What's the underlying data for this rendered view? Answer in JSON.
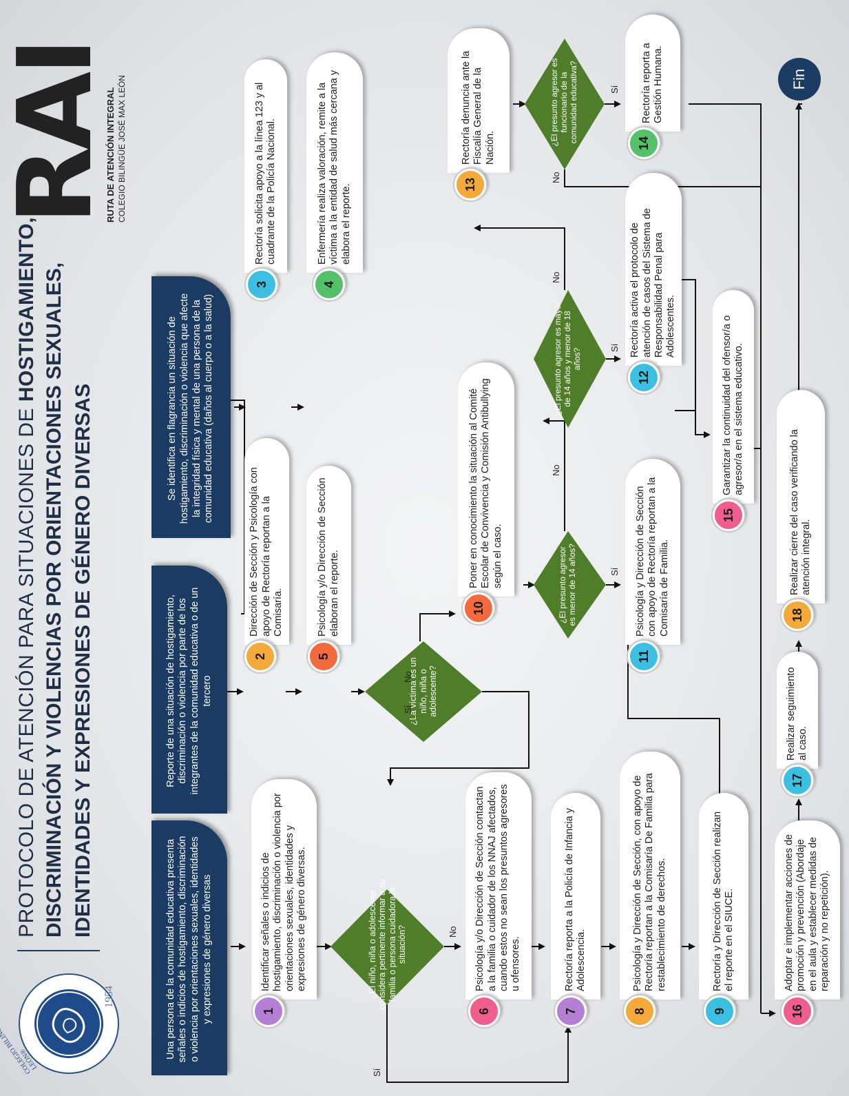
{
  "logo": {
    "ring_text": "COLEGIO BILINGÜE JOSÉ MAX LEÓN®",
    "year": "1954"
  },
  "title": {
    "line1": "PROTOCOLO DE ATENCIÓN PARA SITUACIONES DE",
    "line1_strong": "HOSTIGAMIENTO,",
    "line2": "DISCRIMINACIÓN Y VIOLENCIAS POR ORIENTACIONES SEXUALES,",
    "line3": "IDENTIDADES Y EXPRESIONES DE GÉNERO DIVERSAS"
  },
  "brand": {
    "acronym": "RAI",
    "subtitle": "RUTA DE ATENCIÓN INTEGRAL",
    "school": "COLEGIO BILINGÜE JOSÉ MAX LEÓN"
  },
  "entries": [
    "Una persona de la comunidad educativa presenta señales o indicios de hostigamiento, discriminación o violencia por orientaciones sexuales, identidades y expresiones de género diversas",
    "Reporte de una situación de hostigamiento, discriminación o violencia por parte de los integrantes de la comunidad educativa o de un tercero",
    "Se identifica en flagrancia un situación de hostigamiento, discriminación o violencia que afecte la integridad física y mental de una persona de la comunidad educativa (daños al cuerpo o a la salud)"
  ],
  "steps": {
    "s1": {
      "num": "1",
      "text": "Identificar señales o indicios de hostigamiento, discriminación o violencia por orientaciones sexuales, identidades y expresiones de género diversas."
    },
    "s2": {
      "num": "2",
      "text": "Dirección de Sección y Psicología con apoyo de Rectoría reportan a la Comisaría."
    },
    "s3": {
      "num": "3",
      "text": "Rectoría solicita apoyo a la línea 123 y al cuadrante de la Policía Nacional."
    },
    "s4": {
      "num": "4",
      "text": "Enfermería realiza valoración, remite a la víctima a la entidad de salud más cercana y elabora el reporte."
    },
    "s5": {
      "num": "5",
      "text": "Psicología y/o Dirección de Sección elaboran el reporte."
    },
    "s6": {
      "num": "6",
      "text": "Psicología y/o Dirección de Sección contactan a la familia o cuidador de los NNAJ afectados, cuando estos no sean los presuntos agresores u ofensores."
    },
    "s7": {
      "num": "7",
      "text": "Rectoría reporta a la Policía de Infancia y Adolescencia."
    },
    "s8": {
      "num": "8",
      "text": "Psicología y Dirección de Sección, con apoyo de Rectoría reportan a la Comisaría De Familia para restablecimiento de derechos."
    },
    "s9": {
      "num": "9",
      "text": "Rectoría y Dirección de Sección realizan el reporte en el SIUCE."
    },
    "s10": {
      "num": "10",
      "text": "Poner en conocimiento la situación al Comité Escolar de Convivencia y Comisión Antibullying según el caso."
    },
    "s11": {
      "num": "11",
      "text": "Psicología y Dirección de Sección con apoyo de Rectoría reportan a la Comisaría de Familia."
    },
    "s12": {
      "num": "12",
      "text": "Rectoría activa el protocolo de atención de casos del Sistema de Responsabilidad Penal para Adolescentes."
    },
    "s13": {
      "num": "13",
      "text": "Rectoría denuncia ante la Fiscalía General de la Nación."
    },
    "s14": {
      "num": "14",
      "text": "Rectoría reporta a Gestión Humana."
    },
    "s15": {
      "num": "15",
      "text": "Garantizar la continuidad del ofensor/a o agresor/a en el sistema educativo."
    },
    "s16": {
      "num": "16",
      "text": "Adoptar e implementar acciones de promoción y prevención (Abordaje en el aula y establecer medidas de reparación y no repetición)."
    },
    "s17": {
      "num": "17",
      "text": "Realizar seguimiento al caso."
    },
    "s18": {
      "num": "18",
      "text": "Realizar cierre del caso verificando la atención integral."
    }
  },
  "decisions": {
    "d1": "¿El niño, niña o adolescente considera pertinente informar a su familia o persona cuidadora la situación?",
    "d2": "¿La víctima es un niño, niña o adolescente?",
    "d3": "¿El presunto agresor es menor de 14 años?",
    "d4": "¿El presunto agresor es mayor de 14 años y menor de 18 años?",
    "d5": "¿El presunto agresor es funcionario de la comunidad educativa?"
  },
  "labels": {
    "yes": "Sí",
    "no": "No"
  },
  "end_label": "Fin",
  "colors": {
    "navy": "#1c3b63",
    "green": "#4f7d2a",
    "purple": "#b57fd4",
    "orange": "#f4a93c",
    "cyan": "#3cbfe0",
    "green_light": "#55c06a",
    "red_orange": "#f26a3d",
    "pink": "#ef5e8c"
  }
}
